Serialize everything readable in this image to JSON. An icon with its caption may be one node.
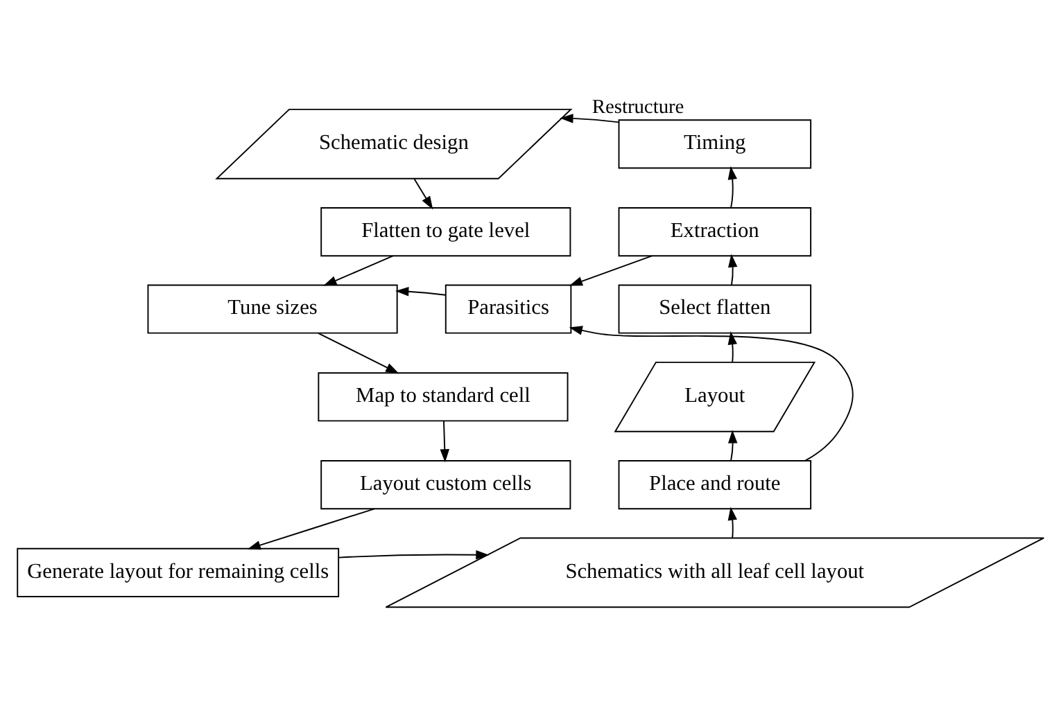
{
  "diagram": {
    "nodes": [
      {
        "text": [
          "Schematic design"
        ]
      },
      {
        "text": [
          "Flatten to gate level"
        ]
      },
      {
        "text": [
          "Tune sizes"
        ]
      },
      {
        "text": [
          "Map to standard cell"
        ]
      },
      {
        "text": [
          "Layout custom cells"
        ]
      },
      {
        "text": [
          "Generate layout for remaining cells"
        ]
      },
      {
        "text": [
          "Schematics with all leaf cell layout"
        ]
      },
      {
        "text": [
          "Place and route"
        ]
      },
      {
        "text": [
          "Layout"
        ]
      },
      {
        "text": [
          "Select flatten"
        ]
      },
      {
        "text": [
          "Extraction"
        ]
      },
      {
        "text": [
          "Timing"
        ]
      },
      {
        "text": [
          "Parasitics"
        ]
      }
    ],
    "edges": [
      {
        "from": 0,
        "to": 1,
        "arrow": "to"
      },
      {
        "from": 1,
        "to": 2,
        "arrow": "to"
      },
      {
        "from": 2,
        "to": 3,
        "arrow": "to"
      },
      {
        "from": 3,
        "to": 4,
        "arrow": "to"
      },
      {
        "from": 4,
        "to": 5,
        "arrow": "to"
      },
      {
        "from": 5,
        "to": 6,
        "arrow": "to"
      },
      {
        "from": 6,
        "to": 7,
        "arrow": "to"
      },
      {
        "from": 7,
        "to": 8,
        "arrow": "to"
      },
      {
        "from": 8,
        "to": 9,
        "arrow": "to"
      },
      {
        "from": 9,
        "to": 10,
        "arrow": "to"
      },
      {
        "from": 10,
        "to": 11,
        "arrow": "to"
      },
      {
        "from": 11,
        "to": 0,
        "arrow": "to",
        "label": "Restructure"
      },
      {
        "from": 10,
        "to": 12,
        "arrow": "to"
      },
      {
        "from": 7,
        "to": 12,
        "arrow": "to"
      },
      {
        "from": 12,
        "to": 2,
        "arrow": "to"
      }
    ]
  }
}
